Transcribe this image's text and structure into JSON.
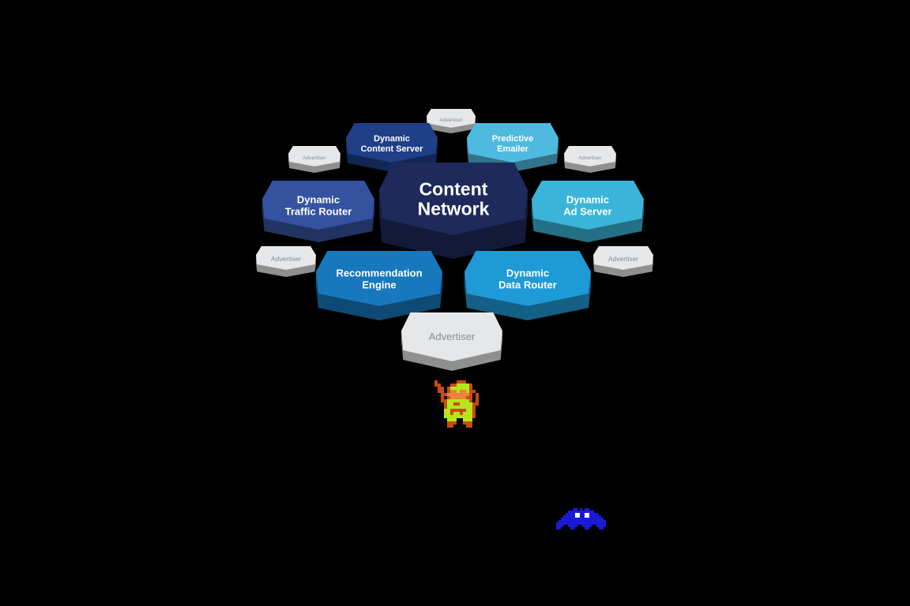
{
  "diagram": {
    "center": {
      "line1": "Content",
      "line2": "Network"
    },
    "nodes": {
      "dynamic_content_server": {
        "line1": "Dynamic",
        "line2": "Content Server",
        "color": "#1f3f87"
      },
      "predictive_emailer": {
        "line1": "Predictive",
        "line2": "Emailer",
        "color": "#4fbadf"
      },
      "dynamic_traffic_router": {
        "line1": "Dynamic",
        "line2": "Traffic Router",
        "color": "#34529f"
      },
      "dynamic_ad_server": {
        "line1": "Dynamic",
        "line2": "Ad Server",
        "color": "#3ab5d9"
      },
      "recommendation_engine": {
        "line1": "Recommendation",
        "line2": "Engine",
        "color": "#1778bd"
      },
      "dynamic_data_router": {
        "line1": "Dynamic",
        "line2": "Data Router",
        "color": "#1e9ad6"
      }
    },
    "advertiser_label": "Advertiser",
    "center_color": "#1e2a5c",
    "advertiser_color": "#e6e7e9"
  },
  "sprites": {
    "hero": {
      "name": "link-sprite-icon",
      "colors": {
        "tunic": "#b5e61d",
        "skin": "#f0813a",
        "outline": "#c84c0c"
      }
    },
    "enemy": {
      "name": "octorok-sprite-icon",
      "colors": {
        "body": "#1a1ad6",
        "eye": "#ffffff"
      }
    }
  }
}
